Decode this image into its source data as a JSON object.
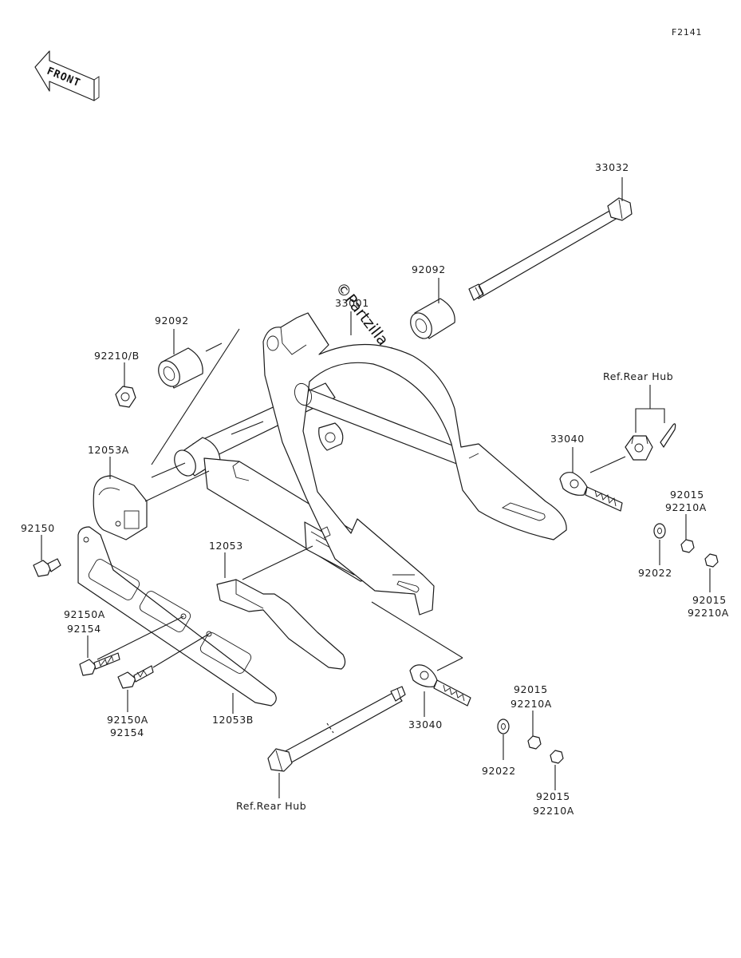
{
  "diagram_code": "F2141",
  "front_label": "FRONT",
  "watermark": "©Partzilla.com",
  "labels": {
    "p33032": "33032",
    "p92092_right": "92092",
    "p92092_left": "92092",
    "p33001": "33001",
    "p92210b": "92210/B",
    "ref_rear_hub_top": "Ref.Rear Hub",
    "p33040_upper": "33040",
    "p12053a": "12053A",
    "p92015_r1": "92015",
    "p92210a_r1": "92210A",
    "p92150": "92150",
    "p92022_upper": "92022",
    "p12053": "12053",
    "p92015_r2": "92015",
    "p92210a_r2": "92210A",
    "p92150a_upper": "92150A",
    "p92154_upper": "92154",
    "p92015_b1": "92015",
    "p92210a_b1": "92210A",
    "p92150a_lower": "92150A",
    "p92154_lower": "92154",
    "p12053b": "12053B",
    "p33040_lower": "33040",
    "p92022_lower": "92022",
    "p92015_b2": "92015",
    "p92210a_b2": "92210A",
    "ref_rear_hub_bottom": "Ref.Rear Hub"
  }
}
